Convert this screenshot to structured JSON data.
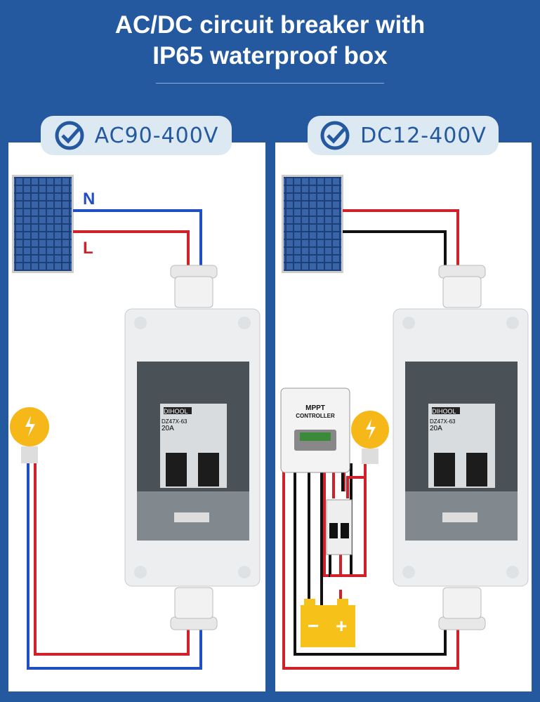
{
  "title": {
    "line1": "AC/DC circuit breaker with",
    "line2": "IP65 waterproof box"
  },
  "left": {
    "badge": "AC90-400V",
    "wire_n": "N",
    "wire_l": "L",
    "breaker_brand": "DIHOOL",
    "breaker_model": "DZ47X-63",
    "breaker_rating": "20A"
  },
  "right": {
    "badge": "DC12-400V",
    "controller_line1": "MPPT",
    "controller_line2": "CONTROLLER",
    "breaker_brand": "DIHOOL",
    "breaker_model": "DZ47X-63",
    "breaker_rating": "20A",
    "battery_minus": "−",
    "battery_plus": "+"
  },
  "colors": {
    "background": "#2459a0",
    "badge": "#dce9f3",
    "red_wire": "#d0202a",
    "blue_wire": "#1f4fc0",
    "black_wire": "#111111",
    "bulb": "#f6b818",
    "battery": "#f6c21a"
  },
  "icons": [
    "check-circle-icon",
    "solar-panel-icon",
    "light-bulb-icon",
    "battery-icon",
    "cable-gland-icon"
  ]
}
